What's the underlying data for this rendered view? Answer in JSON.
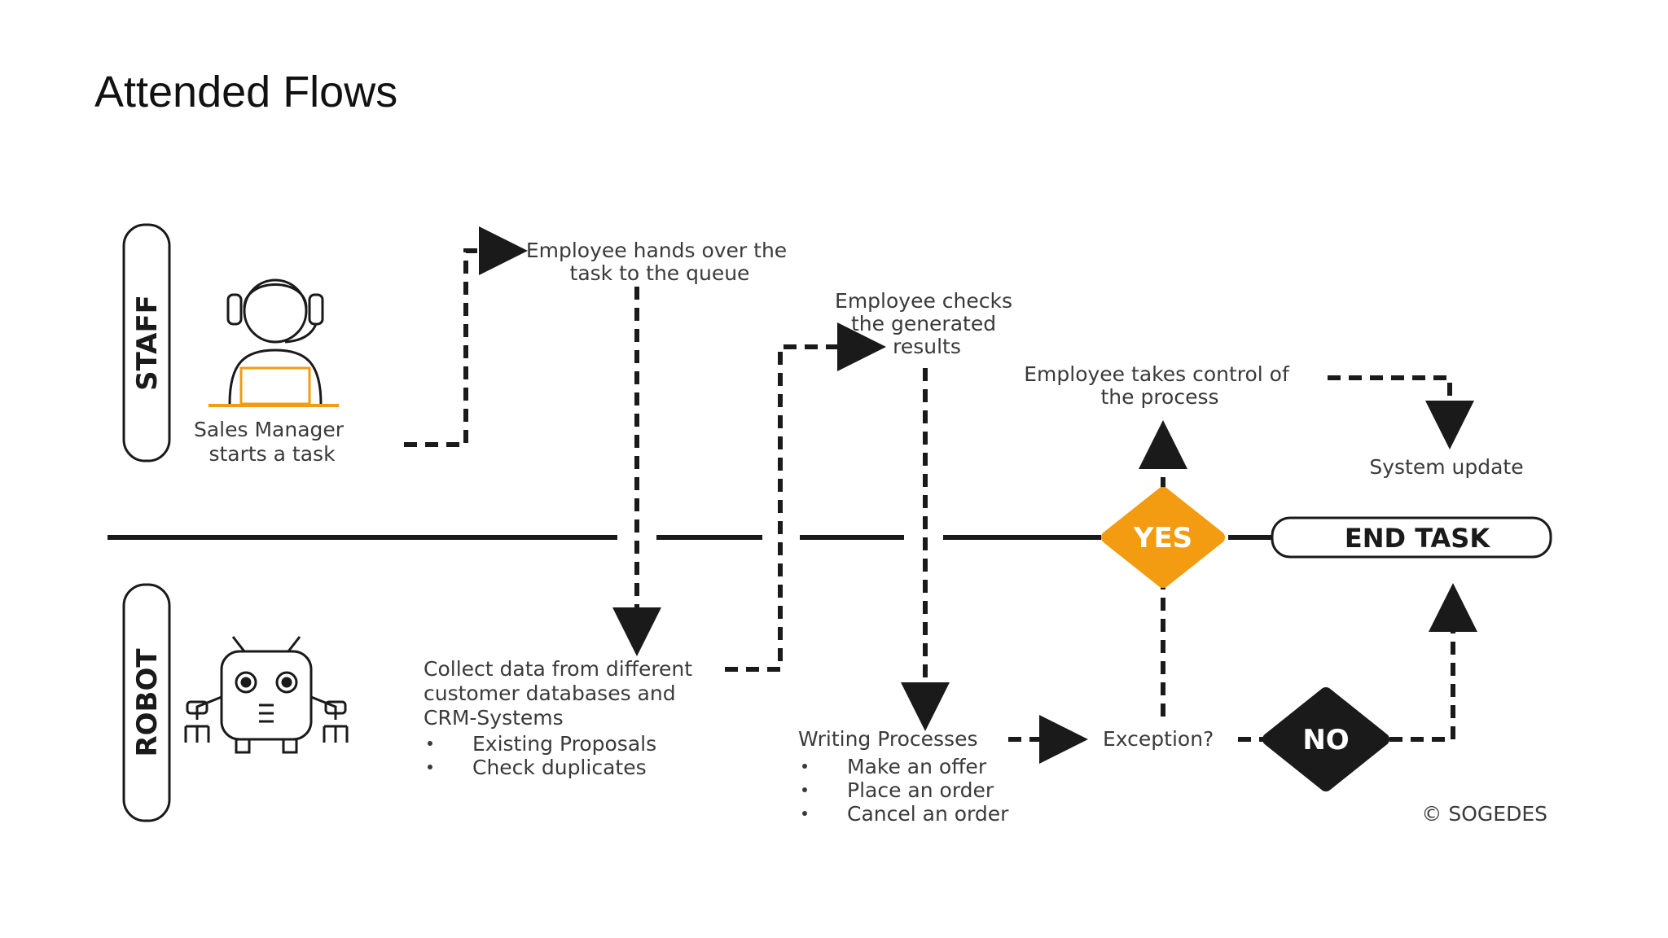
{
  "title": "Attended Flows",
  "colors": {
    "accent": "#f39c12",
    "dark": "#1a1a1a",
    "text": "#3a3a3a"
  },
  "lanes": {
    "staff": "STAFF",
    "robot": "ROBOT"
  },
  "icons": {
    "staff": "person-with-headset-laptop-icon",
    "robot": "robot-icon"
  },
  "staff_steps": {
    "start": [
      "Sales Manager",
      "starts a task"
    ],
    "handover": [
      "Employee hands over the",
      "task to the queue"
    ],
    "check": [
      "Employee checks",
      "the generated",
      "results"
    ],
    "takes_control": [
      "Employee takes control of",
      "the process"
    ],
    "system_update": "System update"
  },
  "robot_steps": {
    "collect": {
      "lines": [
        "Collect data from different",
        "customer databases and",
        "CRM-Systems"
      ],
      "bullets": [
        "Existing Proposals",
        "Check duplicates"
      ]
    },
    "writing": {
      "title": "Writing Processes",
      "bullets": [
        "Make an offer",
        "Place an order",
        "Cancel an order"
      ]
    },
    "exception": "Exception?"
  },
  "decisions": {
    "yes": "YES",
    "no": "NO"
  },
  "end": "END TASK",
  "copyright": "© SOGEDES"
}
